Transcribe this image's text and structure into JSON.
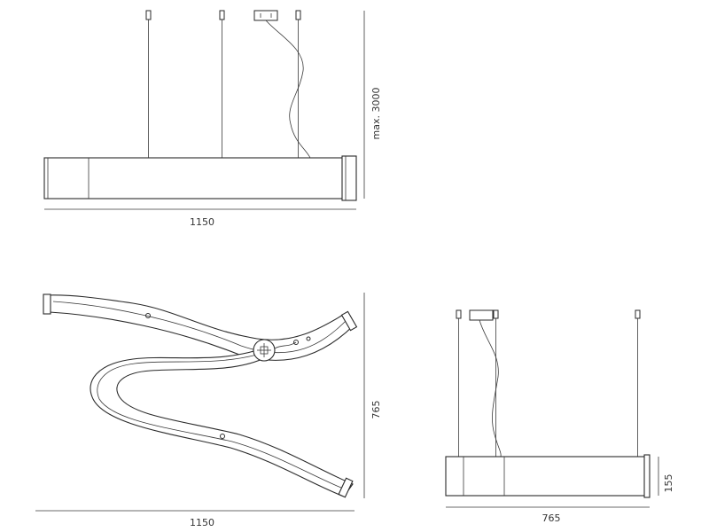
{
  "dimensions": {
    "top_width": "1150",
    "top_height": "max. 3000",
    "plan_width": "1150",
    "plan_depth": "765",
    "side_width": "765",
    "side_height": "155"
  },
  "colors": {
    "line": "#2a2a2a",
    "background": "#ffffff",
    "text": "#333333"
  }
}
